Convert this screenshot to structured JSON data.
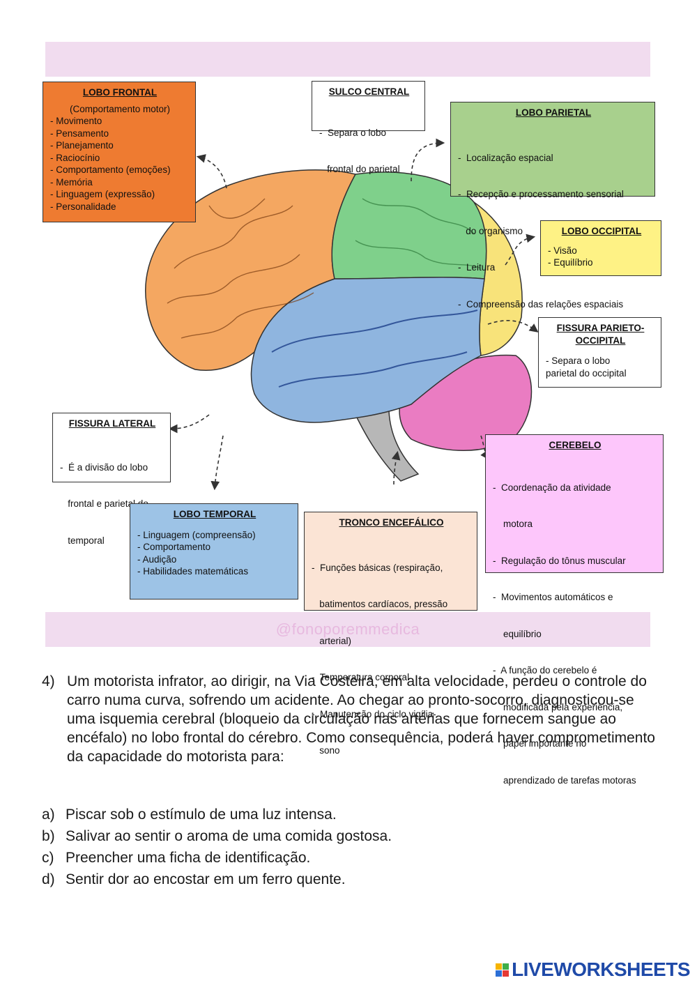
{
  "watermark": "@fonoporemmedica",
  "boxes": {
    "frontal": {
      "title": "LOBO FRONTAL",
      "subtitle": "(Comportamento motor)",
      "items": [
        "- Movimento",
        "- Pensamento",
        "- Planejamento",
        "- Raciocínio",
        "- Comportamento (emoções)",
        "- Memória",
        "- Linguagem (expressão)",
        "- Personalidade"
      ]
    },
    "sulco": {
      "title": "SULCO CENTRAL",
      "items": [
        "-  Separa o lobo",
        "   frontal do parietal"
      ]
    },
    "parietal": {
      "title": "LOBO PARIETAL",
      "items": [
        "-  Localização espacial",
        "-  Recepção e processamento sensorial",
        "   do organismo",
        "-  Leitura",
        "-  Compreensão das relações espaciais"
      ]
    },
    "occipital": {
      "title": "LOBO OCCIPITAL",
      "items": [
        "- Visão",
        "- Equilíbrio"
      ]
    },
    "fissura_po": {
      "title": "FISSURA PARIETO-OCCIPITAL",
      "items": [
        "- Separa o lobo",
        "parietal do occipital"
      ]
    },
    "fissura_lat": {
      "title": "FISSURA LATERAL",
      "items": [
        "-  É a divisão do lobo",
        "   frontal e parietal do",
        "   temporal"
      ]
    },
    "temporal": {
      "title": "LOBO TEMPORAL",
      "items": [
        "- Linguagem (compreensão)",
        "- Comportamento",
        "- Audição",
        "- Habilidades matemáticas"
      ]
    },
    "tronco": {
      "title": "TRONCO ENCEFÁLICO",
      "items": [
        "-  Funções básicas (respiração,",
        "   batimentos cardíacos, pressão",
        "   arterial)",
        "-  Temperatura corporal",
        "-  Manutenção do ciclo vigília-",
        "   sono"
      ]
    },
    "cerebelo": {
      "title": "CEREBELO",
      "items": [
        "-  Coordenação da atividade",
        "    motora",
        "-  Regulação do tônus muscular",
        "-  Movimentos automáticos e",
        "    equilíbrio",
        "-  A função do cerebelo é",
        "    modificada pela experiência,",
        "    papel importante no",
        "    aprendizado de tarefas motoras"
      ]
    }
  },
  "question": {
    "number": "4)",
    "text": "Um motorista infrator, ao dirigir, na Via Costeira, em alta velocidade, perdeu o controle do carro numa curva, sofrendo um acidente. Ao chegar ao pronto-socorro, diagnosticou-se uma isquemia cerebral (bloqueio da circulação nas artérias que fornecem sangue ao encéfalo) no lobo frontal do cérebro.  Como consequência, poderá haver comprometimento da capacidade do motorista para:",
    "options": [
      {
        "letter": "a)",
        "text": "Piscar sob o estímulo de uma luz intensa."
      },
      {
        "letter": "b)",
        "text": "Salivar ao sentir o aroma de uma comida gostosa."
      },
      {
        "letter": "c)",
        "text": "Preencher uma ficha de identificação."
      },
      {
        "letter": "d)",
        "text": "Sentir dor ao encostar em um ferro quente."
      }
    ]
  },
  "logo": {
    "text": "LIVEWORKSHEETS",
    "colors": [
      "#f6b400",
      "#3fae49",
      "#2b6fd6",
      "#e53935"
    ]
  },
  "lobe_colors": {
    "frontal": "#f3a45f",
    "parietal": "#7fcf8a",
    "occipital": "#f7e27a",
    "temporal": "#8fb4de",
    "cerebelo": "#ee7fc4",
    "tronco": "#a8a8a8"
  }
}
